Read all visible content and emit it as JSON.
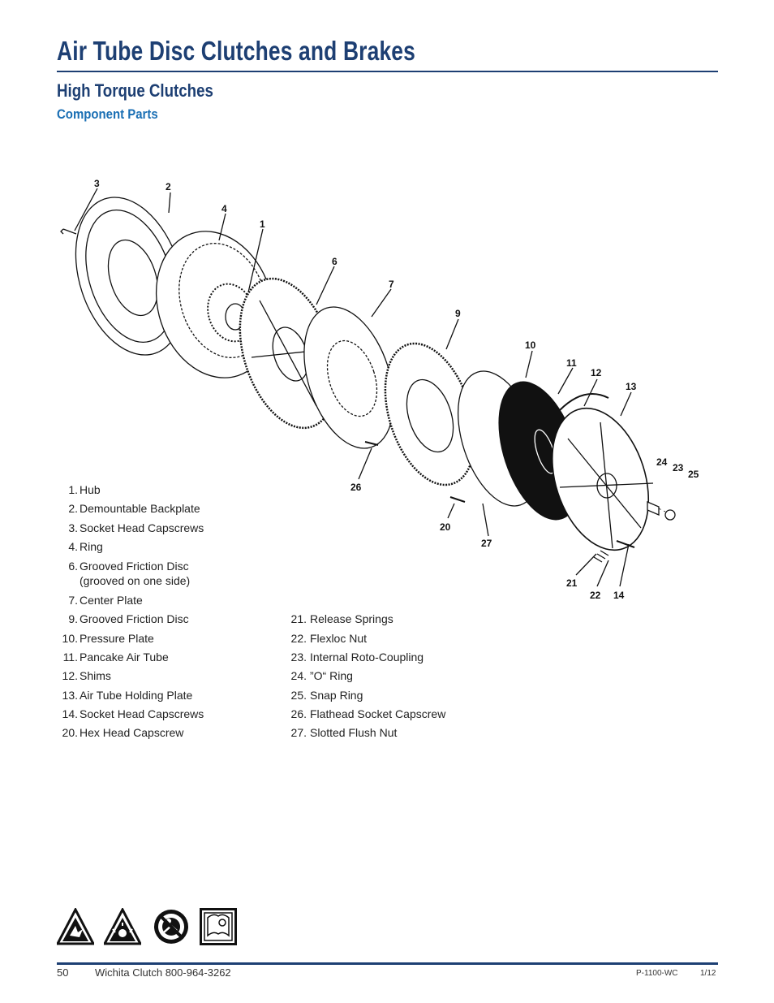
{
  "header": {
    "title": "Air Tube Disc Clutches and Brakes",
    "subtitle": "High Torque Clutches",
    "section": "Component Parts"
  },
  "diagram": {
    "callouts": [
      "3",
      "2",
      "4",
      "1",
      "6",
      "7",
      "9",
      "10",
      "11",
      "12",
      "13",
      "24",
      "23",
      "25",
      "26",
      "20",
      "27",
      "21",
      "22",
      "14"
    ]
  },
  "parts_left": [
    {
      "num": "1.",
      "label": "Hub"
    },
    {
      "num": "2.",
      "label": "Demountable  Backplate"
    },
    {
      "num": "3.",
      "label": "Socket Head Capscrews"
    },
    {
      "num": "4.",
      "label": "Ring"
    },
    {
      "num": "6.",
      "label": "Grooved Friction Disc",
      "note": "(grooved on one side)"
    },
    {
      "num": "7.",
      "label": "Center Plate"
    },
    {
      "num": "9.",
      "label": "Grooved Friction Disc"
    },
    {
      "num": "10.",
      "label": "Pressure Plate"
    },
    {
      "num": "11.",
      "label": "Pancake Air Tube"
    },
    {
      "num": "12.",
      "label": "Shims"
    },
    {
      "num": "13.",
      "label": "Air Tube Holding  Plate"
    },
    {
      "num": "14.",
      "label": "Socket Head Capscrews"
    },
    {
      "num": "20.",
      "label": "Hex Head  Capscrew"
    }
  ],
  "parts_right": [
    {
      "num": "21.",
      "label": "Release Springs"
    },
    {
      "num": "22.",
      "label": "Flexloc Nut"
    },
    {
      "num": "23.",
      "label": "Internal Roto-Coupling"
    },
    {
      "num": "24.",
      "label": "”O“ Ring"
    },
    {
      "num": "25.",
      "label": "Snap Ring"
    },
    {
      "num": "26.",
      "label": "Flathead Socket Capscrew"
    },
    {
      "num": "27.",
      "label": "Slotted Flush Nut"
    }
  ],
  "safety_icons": [
    "explosion-hazard-icon",
    "flying-debris-hazard-icon",
    "no-entanglement-icon",
    "read-manual-icon"
  ],
  "footer": {
    "page": "50",
    "company": "Wichita Clutch  800-964-3262",
    "doc_code": "P-1100-WC",
    "date": "1/12"
  },
  "colors": {
    "title": "#1d3f73",
    "section": "#1a6fb4"
  }
}
